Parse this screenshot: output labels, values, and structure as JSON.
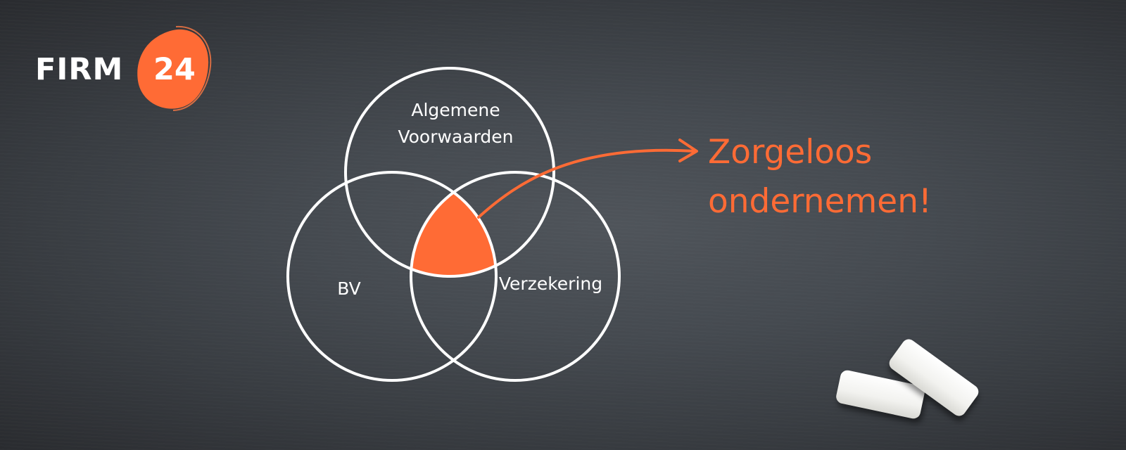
{
  "logo": {
    "brand_word": "FIRM",
    "brand_number": "24",
    "accent_color": "#ff6b35"
  },
  "diagram": {
    "type": "venn",
    "circles": [
      {
        "label_lines": [
          "Algemene",
          "Voorwaarden"
        ],
        "position": "top"
      },
      {
        "label_lines": [
          "BV"
        ],
        "position": "bottom-left"
      },
      {
        "label_lines": [
          "Verzekering"
        ],
        "position": "bottom-right"
      }
    ],
    "intersection_color": "#ff6b35",
    "line_color": "#ffffff"
  },
  "callout": {
    "lines": [
      "Zorgeloos",
      "ondernemen!"
    ],
    "color": "#ff6b35",
    "arrow_icon": "curved-arrow-right-icon"
  },
  "decor": {
    "background": "chalkboard",
    "objects": [
      "chalk-piece",
      "chalk-piece"
    ]
  }
}
